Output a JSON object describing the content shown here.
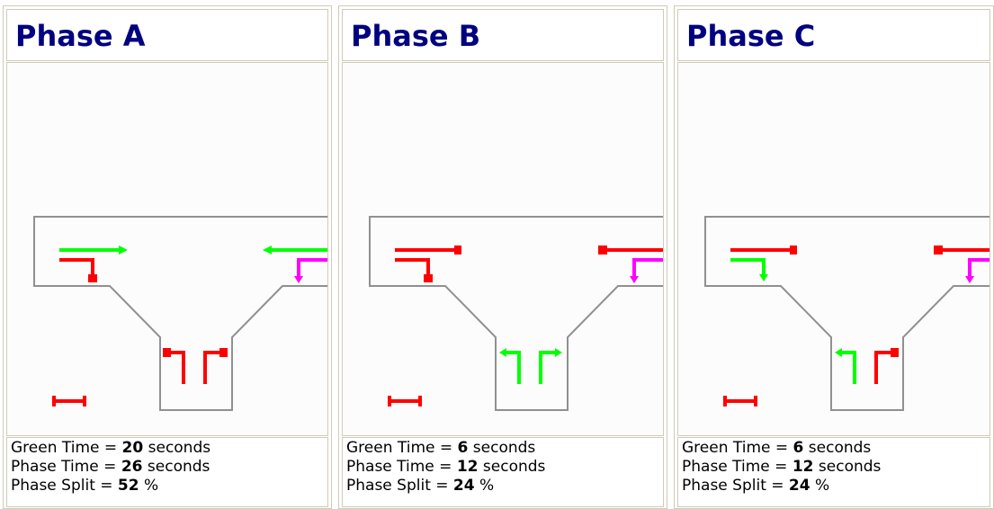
{
  "phases": [
    {
      "title": "Phase A",
      "green_time_label": "Green Time = ",
      "green_time": "20",
      "green_time_unit": " seconds",
      "phase_time_label": "Phase Time = ",
      "phase_time": "26",
      "phase_time_unit": " seconds",
      "phase_split_label": "Phase Split = ",
      "phase_split": "52",
      "phase_split_unit": " %",
      "movements": {
        "west_through": "green",
        "west_left": "red",
        "east_through": "green",
        "east_left": "magenta",
        "south_left": "red",
        "south_right": "red",
        "pedestrian": "red"
      }
    },
    {
      "title": "Phase B",
      "green_time_label": "Green Time = ",
      "green_time": "6",
      "green_time_unit": " seconds",
      "phase_time_label": "Phase Time = ",
      "phase_time": "12",
      "phase_time_unit": " seconds",
      "phase_split_label": "Phase Split = ",
      "phase_split": "24",
      "phase_split_unit": " %",
      "movements": {
        "west_through": "red",
        "west_left": "red",
        "east_through": "red",
        "east_left": "magenta",
        "south_left": "green",
        "south_right": "green",
        "pedestrian": "red"
      }
    },
    {
      "title": "Phase C",
      "green_time_label": "Green Time = ",
      "green_time": "6",
      "green_time_unit": " seconds",
      "phase_time_label": "Phase Time = ",
      "phase_time": "12",
      "phase_time_unit": " seconds",
      "phase_split_label": "Phase Split = ",
      "phase_split": "24",
      "phase_split_unit": " %",
      "movements": {
        "west_through": "red",
        "west_left": "green",
        "east_through": "red",
        "east_left": "magenta",
        "south_left": "green",
        "south_right": "red",
        "pedestrian": "red"
      }
    }
  ],
  "colors": {
    "green": "#00ff00",
    "red": "#ff0000",
    "magenta": "#ff00ff",
    "road": "#909090"
  }
}
